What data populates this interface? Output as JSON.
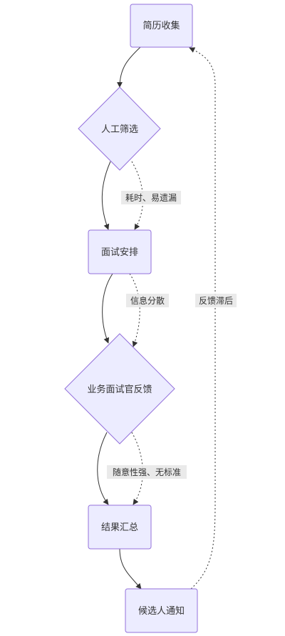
{
  "nodes": {
    "resume": "简历收集",
    "screen": "人工筛选",
    "schedule": "面试安排",
    "feedback": "业务面试官反馈",
    "summary": "结果汇总",
    "notify": "候选人通知"
  },
  "edge_labels": {
    "screen_schedule": "耗时、易遗漏",
    "schedule_feedback": "信息分散",
    "feedback_summary": "随意性强、无标准",
    "notify_resume": "反馈滞后"
  }
}
